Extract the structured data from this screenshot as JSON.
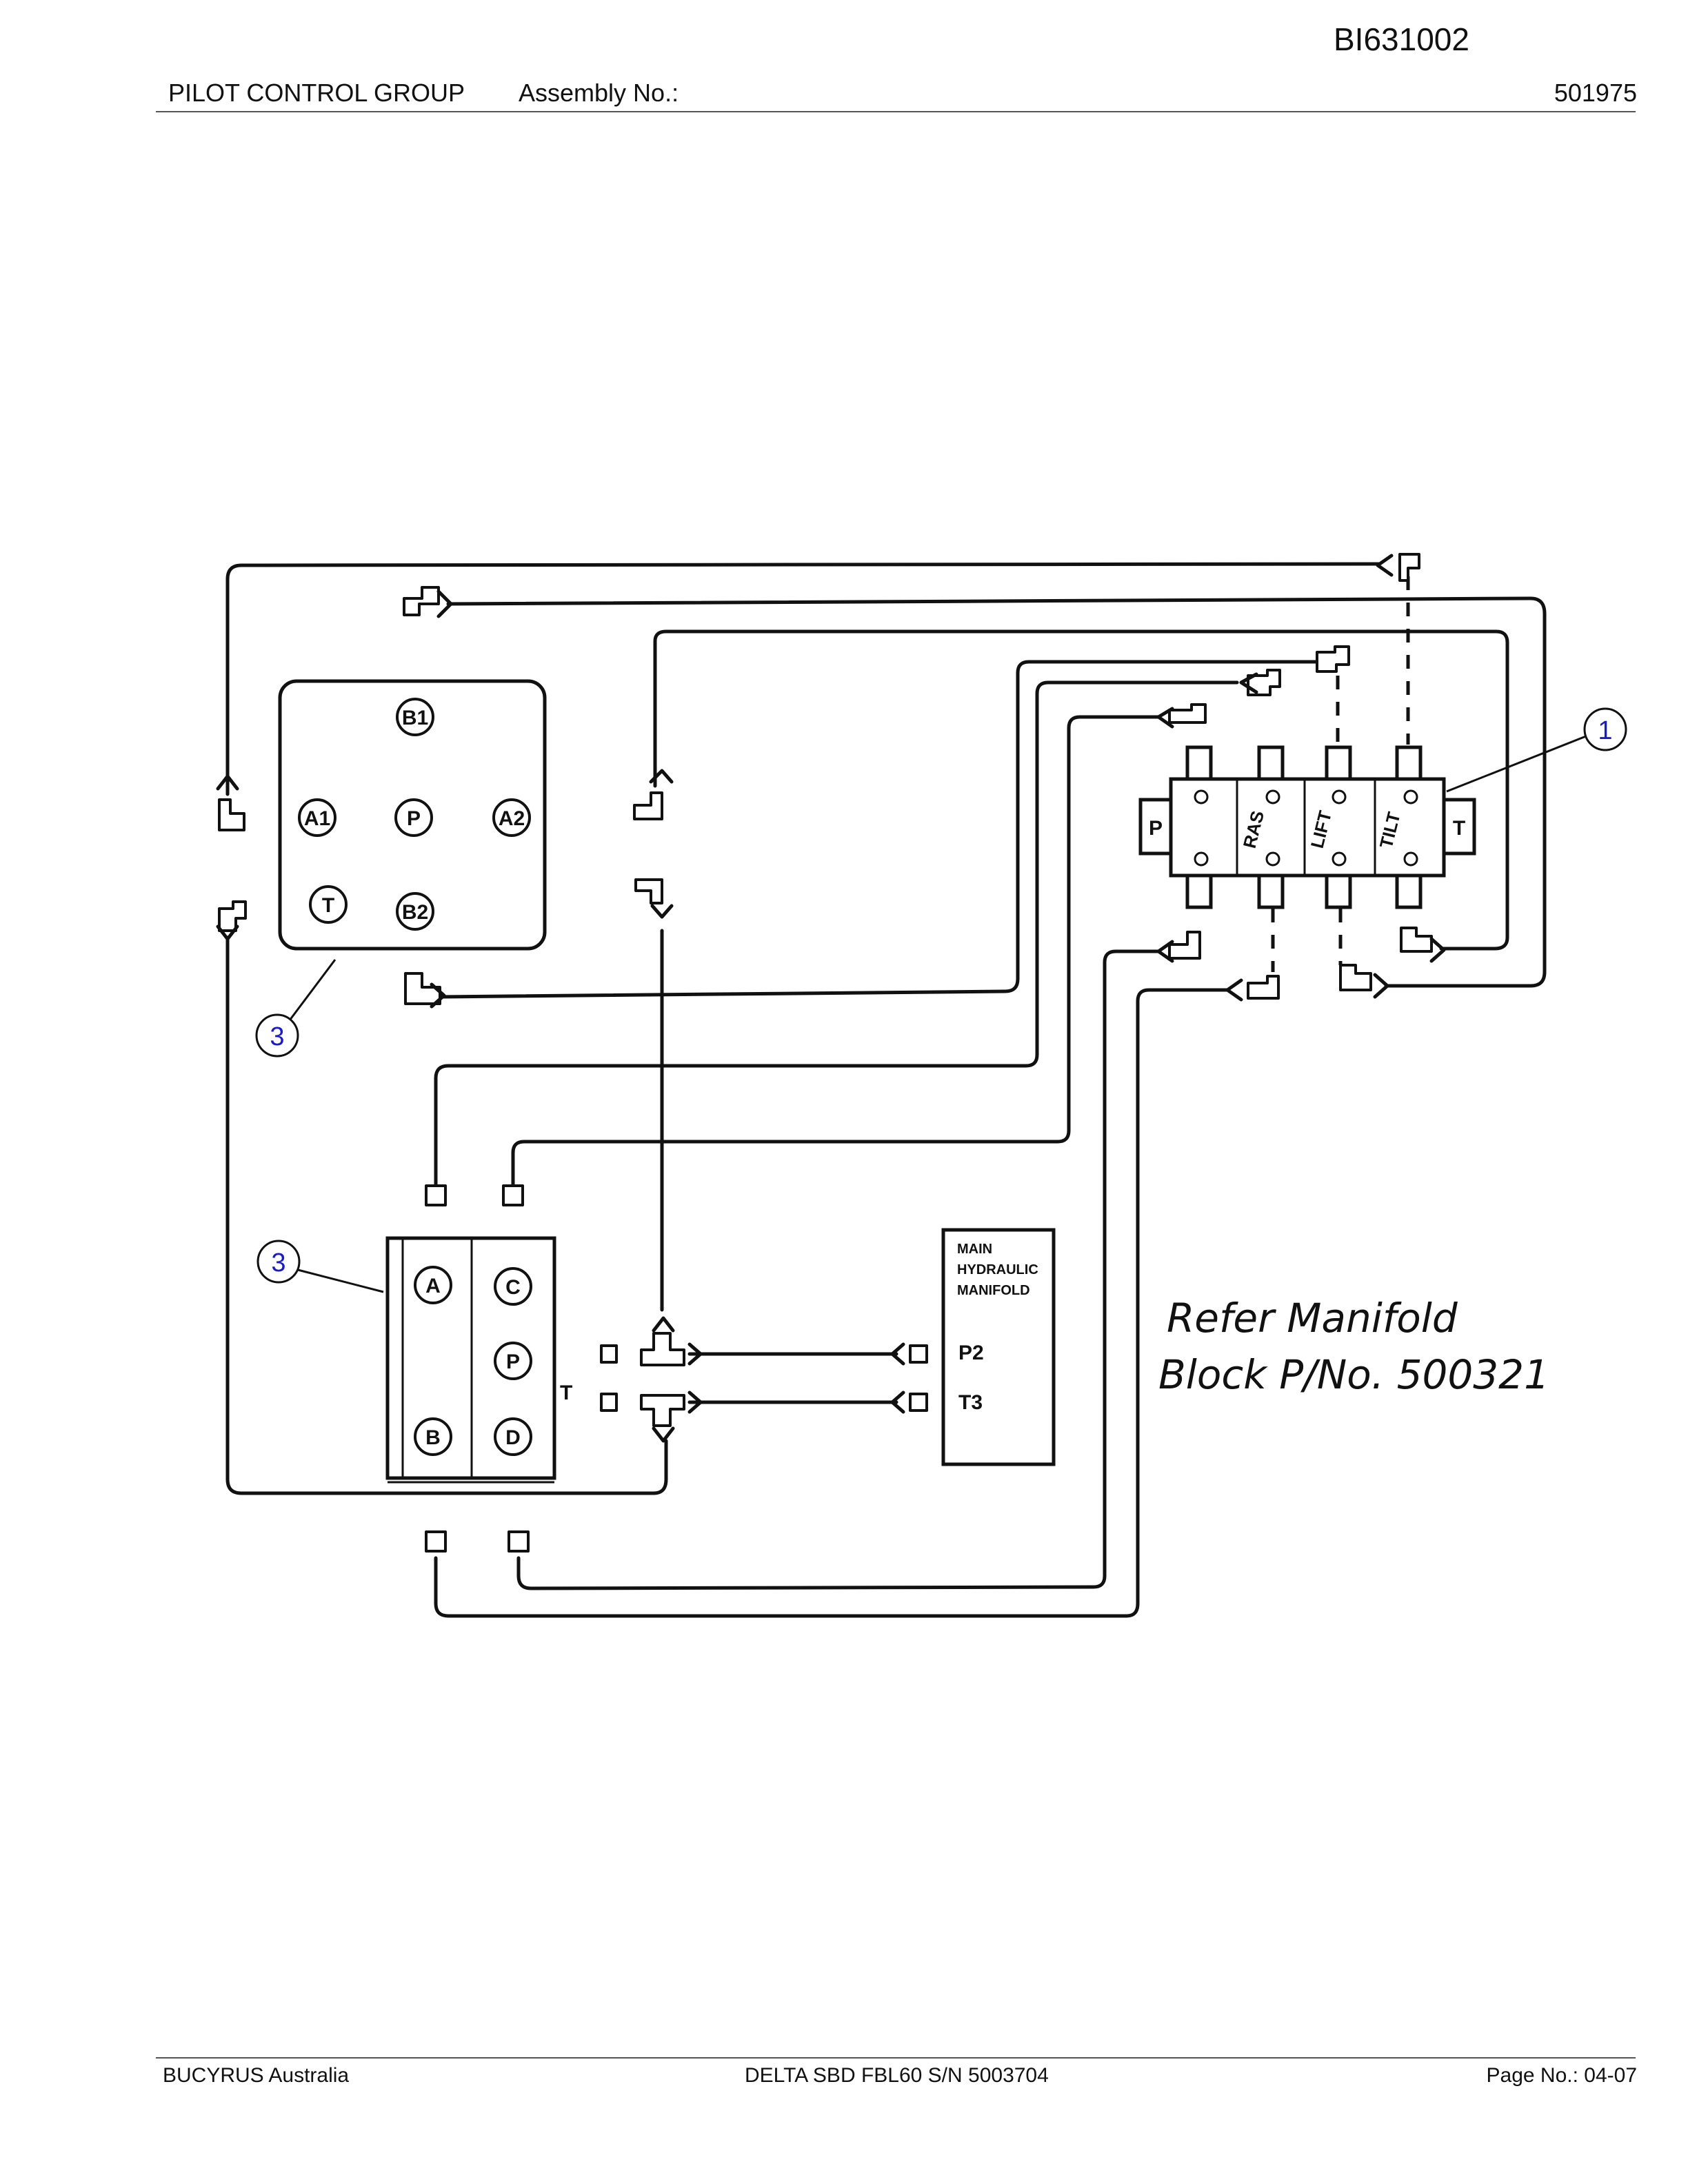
{
  "header": {
    "doc_id": "BI631002",
    "title": "PILOT CONTROL GROUP",
    "assembly_label": "Assembly No.:",
    "assembly_number": "501975"
  },
  "footer": {
    "company": "BUCYRUS Australia",
    "machine": "DELTA SBD FBL60 S/N 5003704",
    "page_label": "Page No.:   04-07"
  },
  "diagram": {
    "joystick_ports": [
      "B1",
      "A1",
      "P",
      "A2",
      "T",
      "B2"
    ],
    "pedal_ports": [
      "A",
      "B",
      "C",
      "P",
      "D"
    ],
    "pedal_tank_label": "T",
    "valve_end_left": "P",
    "valve_end_right": "T",
    "valve_sections": [
      "RAS",
      "LIFT",
      "TILT"
    ],
    "manifold_title": [
      "MAIN",
      "HYDRAULIC",
      "MANIFOLD"
    ],
    "manifold_ports": [
      "P2",
      "T3"
    ],
    "note_lines": [
      "Refer  Manifold",
      "Block  P/No.  500321"
    ],
    "callouts": [
      "1",
      "3",
      "3"
    ]
  }
}
